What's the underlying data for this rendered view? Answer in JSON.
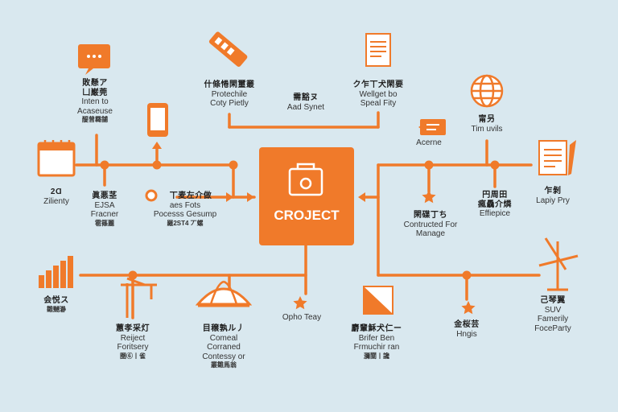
{
  "colors": {
    "accent": "#f07a2a",
    "background": "#d9e8ef",
    "text": "#222222"
  },
  "center": {
    "title": "CROJECT",
    "icon": "briefcase-icon"
  },
  "top_left": {
    "line1": "敗懸ア",
    "line2": "凵巌莞",
    "line3": "Inten to",
    "line4": "Acaseuse",
    "line5": "醍曾羇舗",
    "icon": "monitor-chat-icon"
  },
  "phone": {
    "icon": "smartphone-icon"
  },
  "top_mid_left": {
    "line1": "什條惓閑璽叢",
    "line2": "Protechile",
    "line3": "Coty Pietly",
    "icon": "usb-stick-icon"
  },
  "top_mid": {
    "line1": "需豁ヌ",
    "line2": "Aad Synet"
  },
  "top_right_doc": {
    "line1": "ク乍丅犬閑要",
    "line2": "Wellget bo",
    "line3": "Speal Fity",
    "icon": "document-icon"
  },
  "globe": {
    "line1": "甯叧",
    "line2": "Tim uvils",
    "icon": "globe-icon"
  },
  "acerne": {
    "line1": "Acerne",
    "icon": "tag-icon"
  },
  "calendar": {
    "line1": "2Ɑ",
    "line2": "Zilienty",
    "icon": "calendar-icon"
  },
  "left_mid": {
    "line1": "眞悪茎",
    "line2": "EJSA",
    "line3": "Fracner",
    "line4": "雹篠麗",
    "icon": "none"
  },
  "process": {
    "line1": "丅麦左介做",
    "line2": "aes Fots",
    "line3": "Pocesss Gesump",
    "line4": "羅2ST4 丆螺",
    "icon": "gear-icon"
  },
  "contructed": {
    "line1": "閑碟丁ち",
    "line2": "Contructed For",
    "line3": "Manage",
    "icon": "star-icon"
  },
  "effiepice": {
    "line1": "円周田",
    "line2": "瘋驫介燐",
    "line3": "Effiepice"
  },
  "lapiy": {
    "line1": "乍剝",
    "line2": "Lapiy Pry",
    "icon": "report-icon"
  },
  "chart_node": {
    "line1": "会悦ス",
    "line2": "雛嬲瀞",
    "icon": "bar-chart-icon"
  },
  "reject": {
    "line1": "蕙孝采灯",
    "line2": "Reiject",
    "line3": "Foritsery",
    "line4": "圏⑥丨雀",
    "icon": "crane-icon"
  },
  "umbrella": {
    "line1": "目穣孰ル丿",
    "line2": "Comeal",
    "line3": "Corraned",
    "line4": "Contessy or",
    "line5": "叢雛馬翁",
    "icon": "canopy-icon"
  },
  "opho": {
    "line1": "Opho Teay",
    "icon": "star-icon"
  },
  "brifer": {
    "line1": "麝輩穌犬仁ー",
    "line2": "Brifer Ben",
    "line3": "Frmuchir ran",
    "line4": "瀰闓丨讒",
    "icon": "flag-icon"
  },
  "hngis": {
    "line1": "金桜芸",
    "line2": "Hngis",
    "icon": "star-icon"
  },
  "suv": {
    "line1": "己琴翼",
    "line2": "SUV",
    "line3": "Famerily",
    "line4": "FoceParty",
    "icon": "crane-icon"
  }
}
